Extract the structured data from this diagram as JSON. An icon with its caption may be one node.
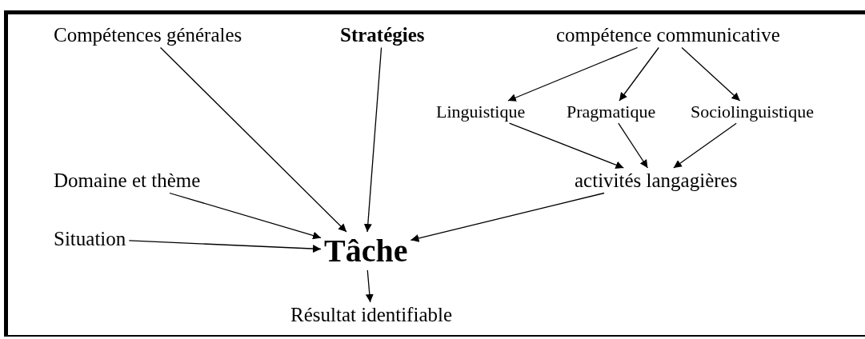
{
  "diagram": {
    "nodes": [
      {
        "text": [
          "Compétences générales"
        ]
      },
      {
        "text": [
          "Stratégies"
        ]
      },
      {
        "text": [
          "compétence communicative"
        ]
      },
      {
        "text": [
          "Linguistique"
        ]
      },
      {
        "text": [
          "Pragmatique"
        ]
      },
      {
        "text": [
          "Sociolinguistique"
        ]
      },
      {
        "text": [
          "Domaine et thème"
        ]
      },
      {
        "text": [
          "activités langagières"
        ]
      },
      {
        "text": [
          "Situation"
        ]
      },
      {
        "text": [
          "Tâche"
        ]
      },
      {
        "text": [
          "Résultat identifiable"
        ]
      }
    ],
    "edges": [
      {
        "from": 0,
        "to": 9,
        "arrow": "to"
      },
      {
        "from": 1,
        "to": 9,
        "arrow": "to"
      },
      {
        "from": 2,
        "to": 3,
        "arrow": "to"
      },
      {
        "from": 2,
        "to": 4,
        "arrow": "to"
      },
      {
        "from": 2,
        "to": 5,
        "arrow": "to"
      },
      {
        "from": 3,
        "to": 7,
        "arrow": "to"
      },
      {
        "from": 4,
        "to": 7,
        "arrow": "to"
      },
      {
        "from": 5,
        "to": 7,
        "arrow": "to"
      },
      {
        "from": 6,
        "to": 9,
        "arrow": "to"
      },
      {
        "from": 7,
        "to": 9,
        "arrow": "to"
      },
      {
        "from": 8,
        "to": 9,
        "arrow": "to"
      },
      {
        "from": 9,
        "to": 10,
        "arrow": "to"
      }
    ]
  }
}
